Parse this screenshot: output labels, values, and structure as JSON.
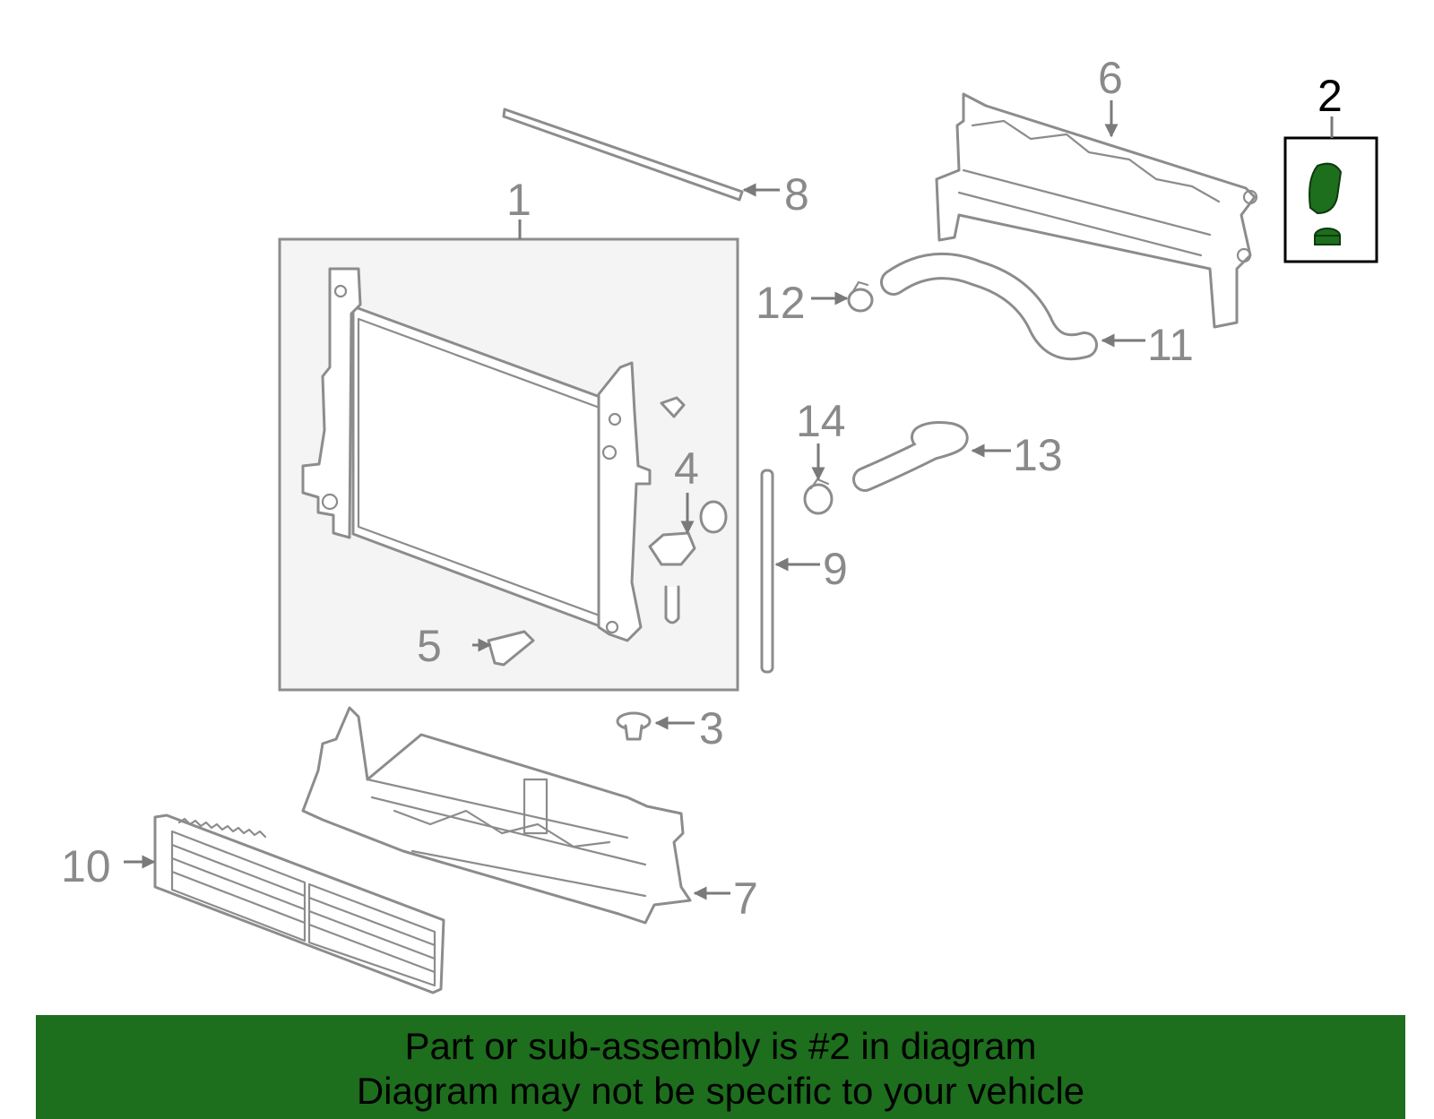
{
  "colors": {
    "highlight": "#1d6e1d",
    "part_line": "#8c8c8c",
    "callout_text": "#8a8a8a",
    "assembly_box_fill": "#f4f4f4"
  },
  "callouts": {
    "c1": "1",
    "c2": "2",
    "c3": "3",
    "c4": "4",
    "c5": "5",
    "c6": "6",
    "c7": "7",
    "c8": "8",
    "c9": "9",
    "c10": "10",
    "c11": "11",
    "c12": "12",
    "c13": "13",
    "c14": "14"
  },
  "highlighted_part": "2",
  "banner": {
    "line1": "Part or sub-assembly is #2 in diagram",
    "line2": "Diagram may not be specific to your vehicle"
  }
}
